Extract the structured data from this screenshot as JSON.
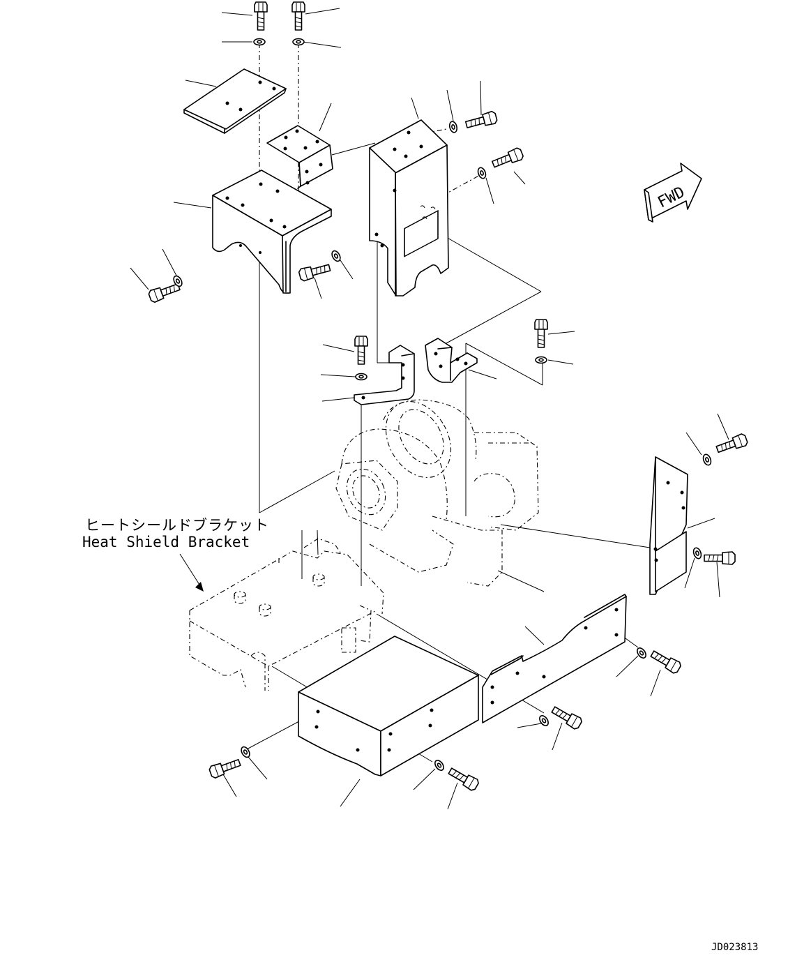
{
  "labels": {
    "heat_shield_bracket_jp": "ヒートシールドブラケット",
    "heat_shield_bracket_en": "Heat Shield Bracket",
    "fwd_arrow": "FWD",
    "drawing_number": "JD023813"
  },
  "icons": [
    "bolt-icon",
    "washer-icon",
    "fwd-arrow-icon"
  ]
}
